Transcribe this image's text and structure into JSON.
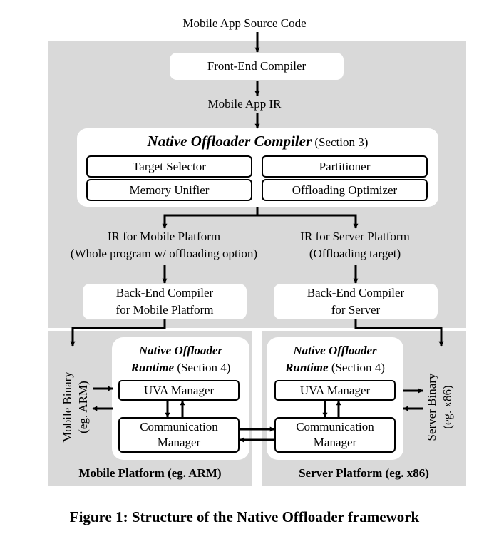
{
  "source_label": "Mobile App Source Code",
  "front_end_compiler": "Front-End Compiler",
  "mobile_app_ir": "Mobile App IR",
  "compiler": {
    "title": "Native Offloader Compiler",
    "section": "(Section 3)",
    "modules": [
      "Target Selector",
      "Partitioner",
      "Memory Unifier",
      "Offloading Optimizer"
    ]
  },
  "ir_mobile": {
    "line1": "IR for Mobile Platform",
    "line2": "(Whole program w/ offloading option)"
  },
  "ir_server": {
    "line1": "IR for Server Platform",
    "line2": "(Offloading target)"
  },
  "backend_mobile": {
    "line1": "Back-End Compiler",
    "line2": "for Mobile Platform"
  },
  "backend_server": {
    "line1": "Back-End Compiler",
    "line2": "for Server"
  },
  "mobile_runtime": {
    "title1": "Native Offloader",
    "title2": "Runtime",
    "section": "(Section 4)",
    "uva": "UVA Manager",
    "comm1": "Communication",
    "comm2": "Manager"
  },
  "server_runtime": {
    "title1": "Native Offloader",
    "title2": "Runtime",
    "section": "(Section 4)",
    "uva": "UVA Manager",
    "comm1": "Communication",
    "comm2": "Manager"
  },
  "mobile_binary": {
    "line1": "Mobile Binary",
    "line2": "(eg. ARM)"
  },
  "server_binary": {
    "line1": "Server Binary",
    "line2": "(eg. x86)"
  },
  "mobile_platform_label": "Mobile Platform (eg. ARM)",
  "server_platform_label": "Server Platform (eg. x86)",
  "caption": "Figure 1: Structure of the Native Offloader framework"
}
